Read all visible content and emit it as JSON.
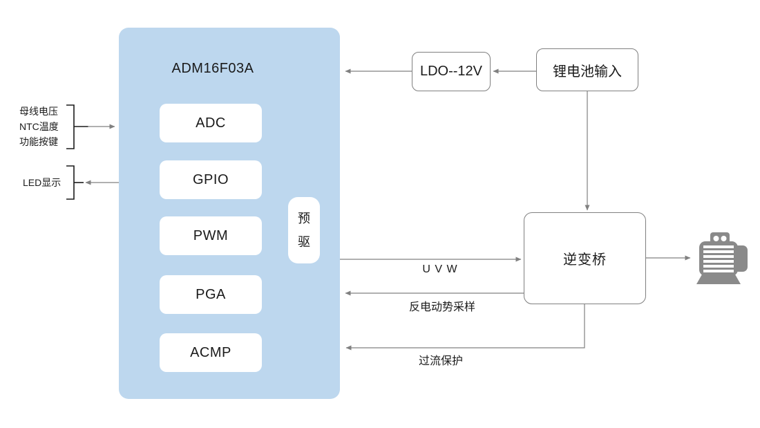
{
  "chip": {
    "title": "ADM16F03A",
    "modules": [
      {
        "label": "ADC"
      },
      {
        "label": "GPIO"
      },
      {
        "label": "PWM"
      },
      {
        "label": "PGA"
      },
      {
        "label": "ACMP"
      }
    ],
    "predriver_label": "预驱"
  },
  "power": {
    "ldo_label": "LDO--12V",
    "battery_label": "锂电池输入"
  },
  "bridge": {
    "label": "逆变桥"
  },
  "left_labels": {
    "analog_lines": [
      "母线电压",
      "NTC温度",
      "功能按键"
    ],
    "led": "LED显示"
  },
  "wires": {
    "uvw": "U V W",
    "bemf": "反电动势采样",
    "ocp": "过流保护"
  },
  "icons": {
    "motor": "motor-icon"
  },
  "colors": {
    "chip_fill": "#bdd7ee",
    "module_fill": "#ffffff",
    "box_border": "#7f7f7f",
    "wire": "#808080",
    "bracket": "#1a1a1a",
    "text": "#1a1a1a",
    "motor": "#8a8a8a"
  }
}
